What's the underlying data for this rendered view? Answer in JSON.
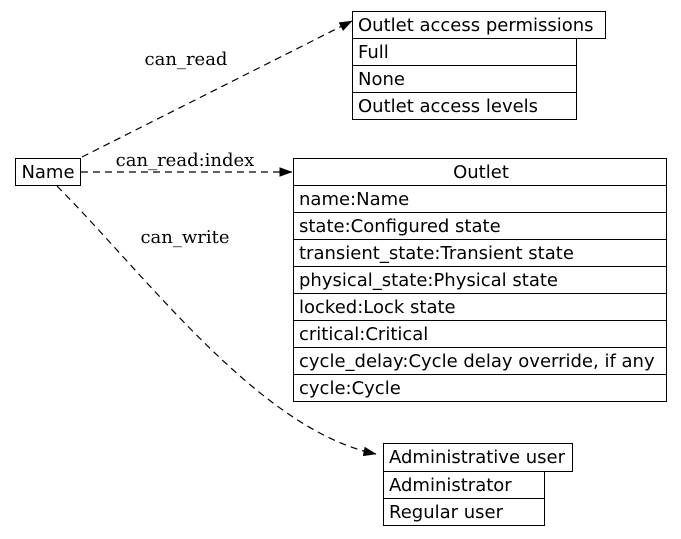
{
  "diagram": {
    "background": "#ffffff",
    "line_color": "#000000",
    "name_node": {
      "label": "Name"
    },
    "edges": [
      {
        "label": "can_read",
        "target": "Outlet access permissions"
      },
      {
        "label": "can_read:index",
        "target": "Outlet"
      },
      {
        "label": "can_write",
        "target": "Administrative user"
      }
    ],
    "tables": [
      {
        "title": "Outlet access permissions",
        "rows": [
          "Full",
          "None",
          "Outlet access levels"
        ]
      },
      {
        "title": "Outlet",
        "rows": [
          "name:Name",
          "state:Configured state",
          "transient_state:Transient state",
          "physical_state:Physical state",
          "locked:Lock state",
          "critical:Critical",
          "cycle_delay:Cycle delay override, if any",
          "cycle:Cycle"
        ]
      },
      {
        "title": "Administrative user",
        "rows": [
          "Administrator",
          "Regular user"
        ]
      }
    ]
  }
}
